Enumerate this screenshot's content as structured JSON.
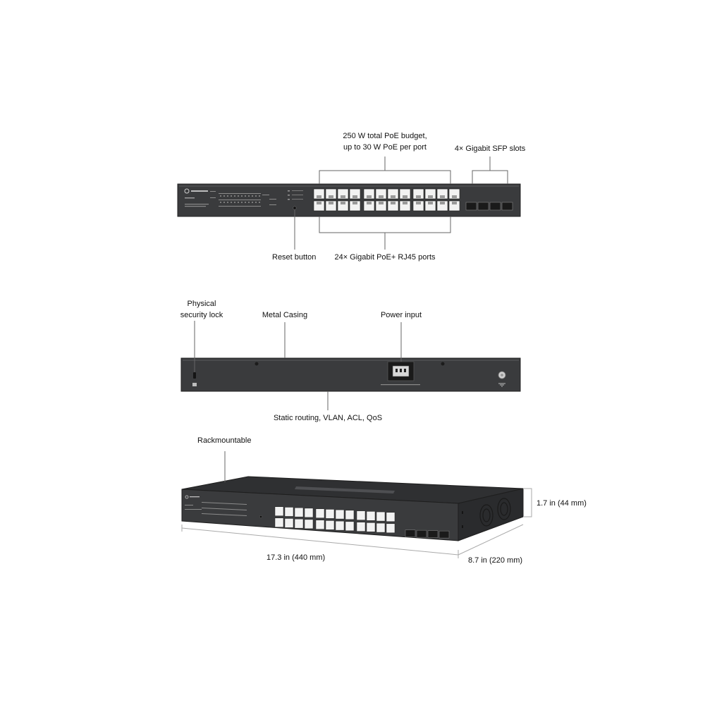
{
  "front": {
    "poe_budget_line1": "250 W total PoE budget,",
    "poe_budget_line2": "up to 30 W PoE per port",
    "sfp_slots": "4× Gigabit SFP slots",
    "reset_button": "Reset button",
    "rj45_ports": "24× Gigabit PoE+ RJ45 ports",
    "port_count": 24,
    "sfp_count": 4
  },
  "rear": {
    "security_lock_line1": "Physical",
    "security_lock_line2": "security lock",
    "metal_casing": "Metal Casing",
    "power_input": "Power input",
    "features": "Static routing, VLAN, ACL, QoS"
  },
  "angle": {
    "rackmountable": "Rackmountable",
    "height": "1.7 in (44 mm)",
    "width": "17.3 in (440 mm)",
    "depth": "8.7 in (220 mm)"
  },
  "colors": {
    "chassis": "#3a3b3d",
    "chassis_dark": "#2a2b2d",
    "port": "#f2f2f2",
    "line": "#666666"
  }
}
